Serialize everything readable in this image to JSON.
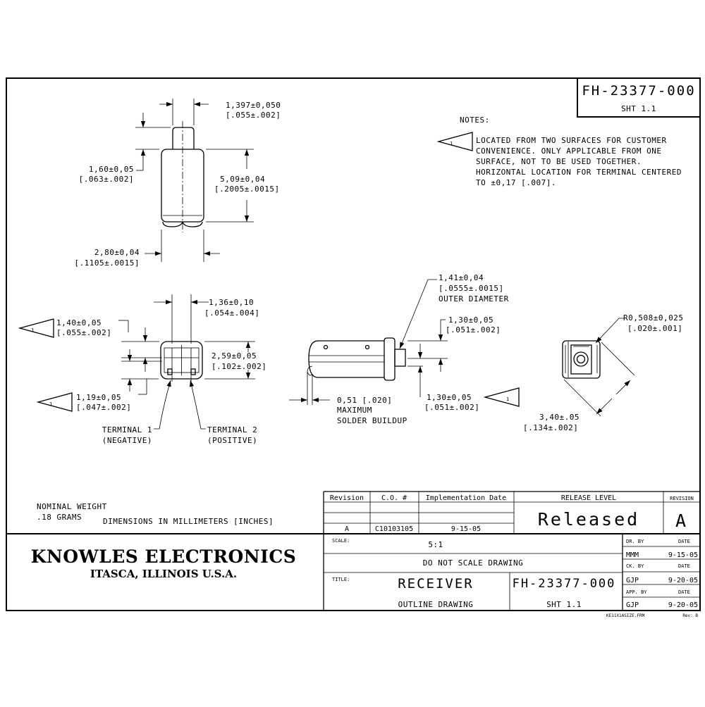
{
  "header": {
    "drawing_number": "FH-23377-000",
    "sheet": "SHT 1.1"
  },
  "notes": {
    "heading": "NOTES:",
    "flag_symbol": "1",
    "lines": [
      "LOCATED FROM TWO SURFACES FOR CUSTOMER",
      "CONVENIENCE.  ONLY APPLICABLE FROM ONE",
      "SURFACE, NOT TO BE USED TOGETHER.",
      "HORIZONTAL LOCATION FOR TERMINAL CENTERED",
      "TO ±0,17 [.007]."
    ]
  },
  "dimensions": {
    "d1": {
      "mm": "1,397±0,050",
      "in": "[.055±.002]"
    },
    "d2": {
      "mm": "1,60±0,05",
      "in": "[.063±.002]"
    },
    "d3": {
      "mm": "5,09±0,04",
      "in": "[.2005±.0015]"
    },
    "d4": {
      "mm": "2,80±0,04",
      "in": "[.1105±.0015]"
    },
    "d5": {
      "mm": "1,36±0,10",
      "in": "[.054±.004]"
    },
    "d6": {
      "mm": "1,40±0,05",
      "in": "[.055±.002]"
    },
    "d7": {
      "mm": "2,59±0,05",
      "in": "[.102±.002]"
    },
    "d8": {
      "mm": "1,19±0,05",
      "in": "[.047±.002]"
    },
    "d9": {
      "mm": "1,41±0,04",
      "in": "[.0555±.0015]",
      "note": "OUTER DIAMETER"
    },
    "d10": {
      "mm": "1,30±0,05",
      "in": "[.051±.002]"
    },
    "d11": {
      "mm": "1,30±0,05",
      "in": "[.051±.002]"
    },
    "d12": {
      "mm": "0,51 [.020]",
      "line2": "MAXIMUM",
      "line3": "SOLDER BUILDUP"
    },
    "d13": {
      "mm": "R0,508±0,025",
      "in": "[.020±.001]"
    },
    "d14": {
      "mm": "3,40±.05",
      "in": "[.134±.002]"
    }
  },
  "terminals": {
    "t1": {
      "name": "TERMINAL 1",
      "polarity": "(NEGATIVE)"
    },
    "t2": {
      "name": "TERMINAL 2",
      "polarity": "(POSITIVE)"
    }
  },
  "footer_notes": {
    "weight_label": "NOMINAL WEIGHT",
    "weight_value": ".18 GRAMS",
    "units": "DIMENSIONS IN MILLIMETERS [INCHES]"
  },
  "revision_table": {
    "headers": [
      "Revision",
      "C.O. #",
      "Implementation Date"
    ],
    "rows": [
      [
        "A",
        "C10103105",
        "9-15-05"
      ]
    ],
    "release_level_header": "RELEASE LEVEL",
    "release_level": "Released",
    "revision_header": "REVISION",
    "revision": "A"
  },
  "title_block": {
    "company": "KNOWLES ELECTRONICS",
    "location": "ITASCA, ILLINOIS U.S.A.",
    "scale_label": "SCALE:",
    "scale": "5:1",
    "warning": "DO NOT SCALE DRAWING",
    "title_label": "TITLE:",
    "title": "RECEIVER",
    "subtitle": "OUTLINE DRAWING",
    "drawing_number": "FH-23377-000",
    "sheet": "SHT 1.1",
    "approvals": [
      {
        "label": "DR. BY",
        "name": "MMM",
        "date_label": "DATE",
        "date": "9-15-05"
      },
      {
        "label": "CK. BY",
        "name": "GJP",
        "date_label": "DATE",
        "date": "9-20-05"
      },
      {
        "label": "APP. BY",
        "name": "GJP",
        "date_label": "DATE",
        "date": "9-20-05"
      }
    ],
    "file_name": "KE11X1ASIZE.FRM",
    "rev_code": "Rev: B"
  }
}
